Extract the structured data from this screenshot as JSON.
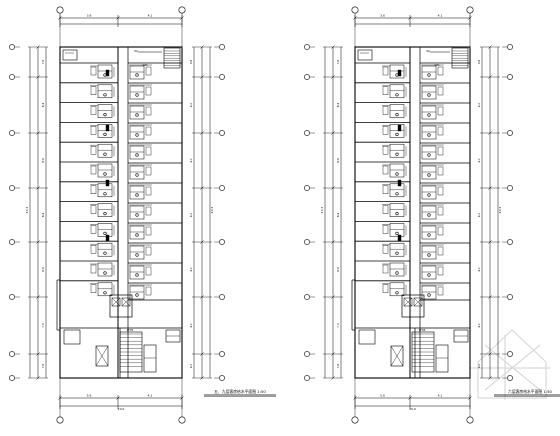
{
  "colors": {
    "background": "#ffffff",
    "line": "#000000",
    "watermark": "#d9d9d9"
  },
  "plans": [
    {
      "id": "left",
      "title": "五、九层客房给水平面图 1:50",
      "dim_top": [
        "3.6",
        "4.1"
      ],
      "dim_bottom": [
        "5.6",
        "4.1"
      ],
      "dim_bottom_total": "10.0",
      "dim_left_total": "43.3",
      "dim_left_segments": [
        "3.8",
        "4.2",
        "4.2",
        "4.2",
        "4.2",
        "4.2",
        "4.2",
        "4.2",
        "4.2",
        "4.2",
        "2.8"
      ],
      "dim_right_total": "43.3",
      "dim_right_segments": [
        "7.8",
        "8.4",
        "8.4",
        "8.4",
        "8.4",
        "7.3"
      ]
    },
    {
      "id": "right",
      "title": "六层客房给水平面图 1:50",
      "dim_top": [
        "3.6",
        "4.1"
      ],
      "dim_bottom": [
        "5.6",
        "4.1"
      ],
      "dim_bottom_total": "10.0",
      "dim_left_total": "43.3",
      "dim_left_segments": [
        "3.8",
        "4.2",
        "4.2",
        "4.2",
        "4.2",
        "4.2",
        "4.2",
        "4.2",
        "4.2",
        "4.2",
        "2.8"
      ],
      "dim_right_total": "43.3",
      "dim_right_segments": [
        "7.8",
        "8.4",
        "8.4",
        "8.4",
        "8.4",
        "7.3"
      ]
    }
  ]
}
